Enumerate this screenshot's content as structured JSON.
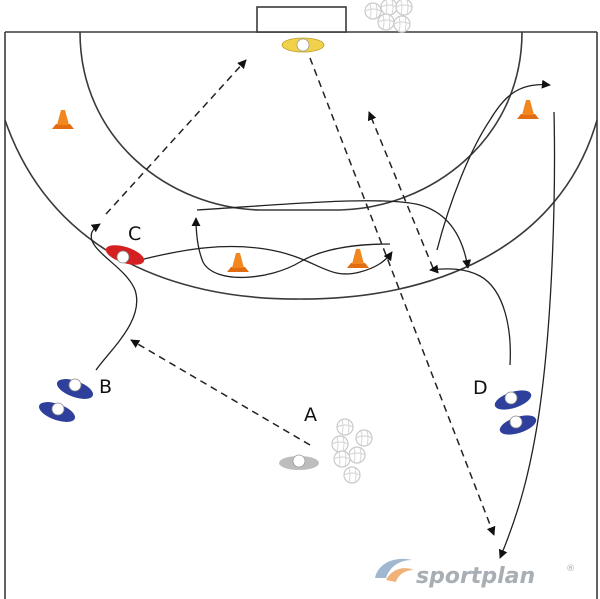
{
  "players": [
    {
      "id": "A",
      "label": "A",
      "role": "feeder",
      "color": "#bdbdbd"
    },
    {
      "id": "B",
      "label": "B",
      "role": "attacker",
      "color": "#2f3f9c"
    },
    {
      "id": "C",
      "label": "C",
      "role": "defender",
      "color": "#d42020"
    },
    {
      "id": "D",
      "label": "D",
      "role": "attacker",
      "color": "#2f3f9c"
    },
    {
      "id": "GK",
      "label": "",
      "role": "goalkeeper",
      "color": "#f2d14a"
    }
  ],
  "cone_color": "#ef7d1a",
  "brand": {
    "name": "sportplan",
    "mark": "®"
  }
}
